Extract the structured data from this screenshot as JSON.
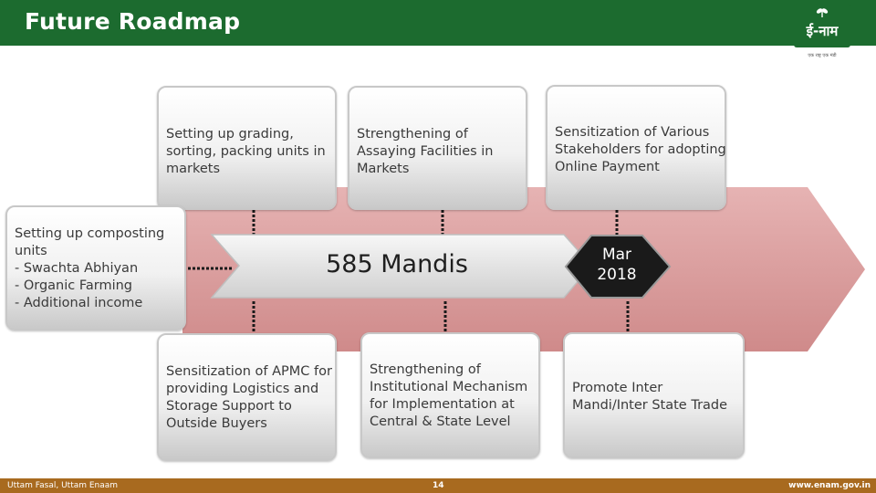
{
  "slide": {
    "title": "Future Roadmap",
    "logo": {
      "text": "ई-नाम",
      "tagline": "एक राष्ट्र एक मंडी"
    }
  },
  "roadmap": {
    "center_label": "585 Mandis",
    "milestone": {
      "month": "Mar",
      "year": "2018"
    },
    "top_cards": [
      {
        "lines": [
          "Setting up grading,",
          "sorting, packing units in",
          "markets"
        ]
      },
      {
        "lines": [
          "Strengthening of",
          "Assaying Facilities in",
          "Markets"
        ]
      },
      {
        "lines": [
          "Sensitization of Various",
          "Stakeholders for adopting",
          "Online Payment"
        ]
      }
    ],
    "left_card": {
      "lines": [
        "Setting up composting",
        "units",
        "-   Swachta Abhiyan",
        "-   Organic Farming",
        "-   Additional income"
      ]
    },
    "bottom_cards": [
      {
        "lines": [
          "Sensitization of APMC for",
          "providing Logistics and",
          "Storage Support to",
          "Outside Buyers"
        ]
      },
      {
        "lines": [
          "Strengthening of",
          "Institutional Mechanism",
          "for Implementation at",
          "Central & State Level"
        ]
      },
      {
        "lines": [
          "Promote Inter",
          "Mandi/Inter State Trade"
        ]
      }
    ]
  },
  "footer": {
    "left": "Uttam Fasal, Uttam Enaam",
    "page": "14",
    "website": "www.enam.gov.in"
  },
  "colors": {
    "header_green": "#1c6b2f",
    "arrow_fill": "#d89a9a",
    "footer_brown": "#a86a1f",
    "milestone_fill": "#1a1a1a"
  }
}
